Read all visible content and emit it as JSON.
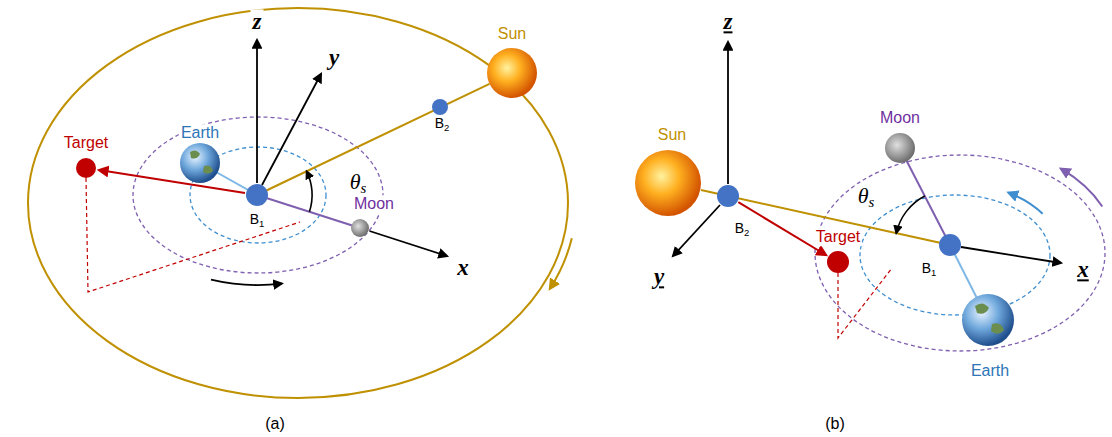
{
  "diagram": {
    "labels": [
      "z",
      "Sun",
      "y",
      "B2",
      "Target",
      "Earth",
      "θs",
      "B1",
      "Moon",
      "x",
      "(a)",
      "z",
      "Sun",
      "Moon",
      "θs",
      "B2",
      "y",
      "Target",
      "B1",
      "x",
      "Earth",
      "(b)"
    ]
  }
}
